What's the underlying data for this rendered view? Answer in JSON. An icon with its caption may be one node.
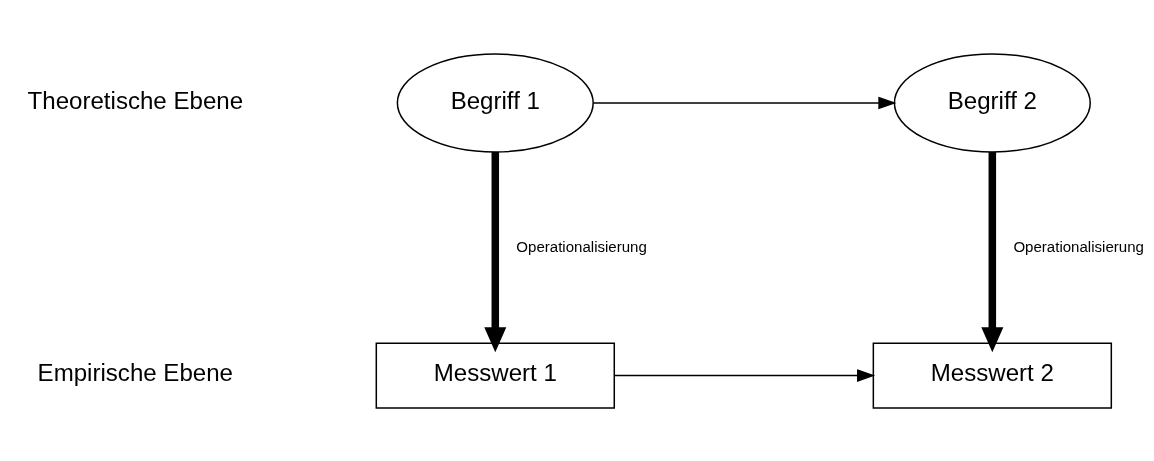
{
  "diagram": {
    "nodes": [
      {
        "text": [
          "Begriff 1"
        ]
      },
      {
        "text": [
          "Begriff 2"
        ]
      },
      {
        "text": [
          "Messwert 1"
        ]
      },
      {
        "text": [
          "Messwert 2"
        ]
      }
    ],
    "edges": [
      {
        "from": 0,
        "to": 1,
        "arrow": "to"
      },
      {
        "from": 0,
        "to": 2,
        "arrow": "to",
        "label": "Operationalisierung",
        "style": "thick"
      },
      {
        "from": 1,
        "to": 3,
        "arrow": "to",
        "label": "Operationalisierung",
        "style": "thick"
      },
      {
        "from": 2,
        "to": 3,
        "arrow": "to"
      }
    ],
    "labels": [
      "Theoretische Ebene",
      "Empirische Ebene"
    ]
  }
}
